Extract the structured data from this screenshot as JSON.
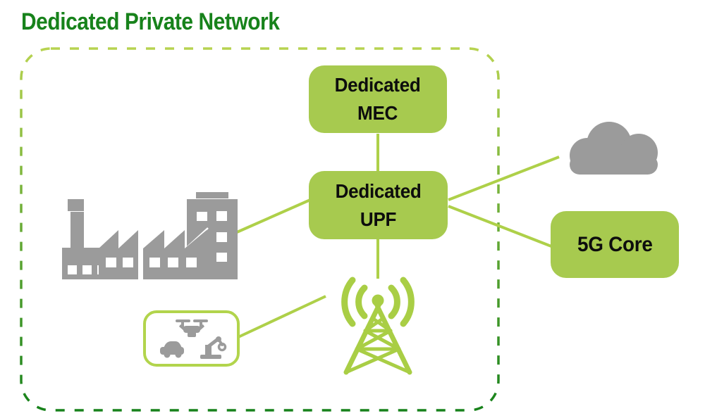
{
  "title": "Dedicated Private Network",
  "colors": {
    "titleGreen": "#17821b",
    "boxGreen": "#a7ca4f",
    "lineGreen": "#aed049",
    "brightGreen": "#b2d44c",
    "towerGreen": "#a9ce45",
    "dashTop": "#b7d350",
    "dashBottom": "#17821b",
    "gray": "#9b9b9b",
    "text": "#0d0d0d",
    "background": "#ffffff"
  },
  "nodes": {
    "mec": {
      "line1": "Dedicated",
      "line2": "MEC"
    },
    "upf": {
      "line1": "Dedicated",
      "line2": "UPF"
    },
    "core": {
      "label": "5G Core"
    }
  },
  "icons": [
    "factory-icon",
    "cloud-icon",
    "cell-tower-icon",
    "device-group-box",
    "drone-icon",
    "car-icon",
    "robot-arm-icon"
  ],
  "connections": [
    "mec-upf",
    "factory-upf",
    "upf-cloud",
    "upf-core",
    "upf-tower",
    "devices-tower"
  ]
}
